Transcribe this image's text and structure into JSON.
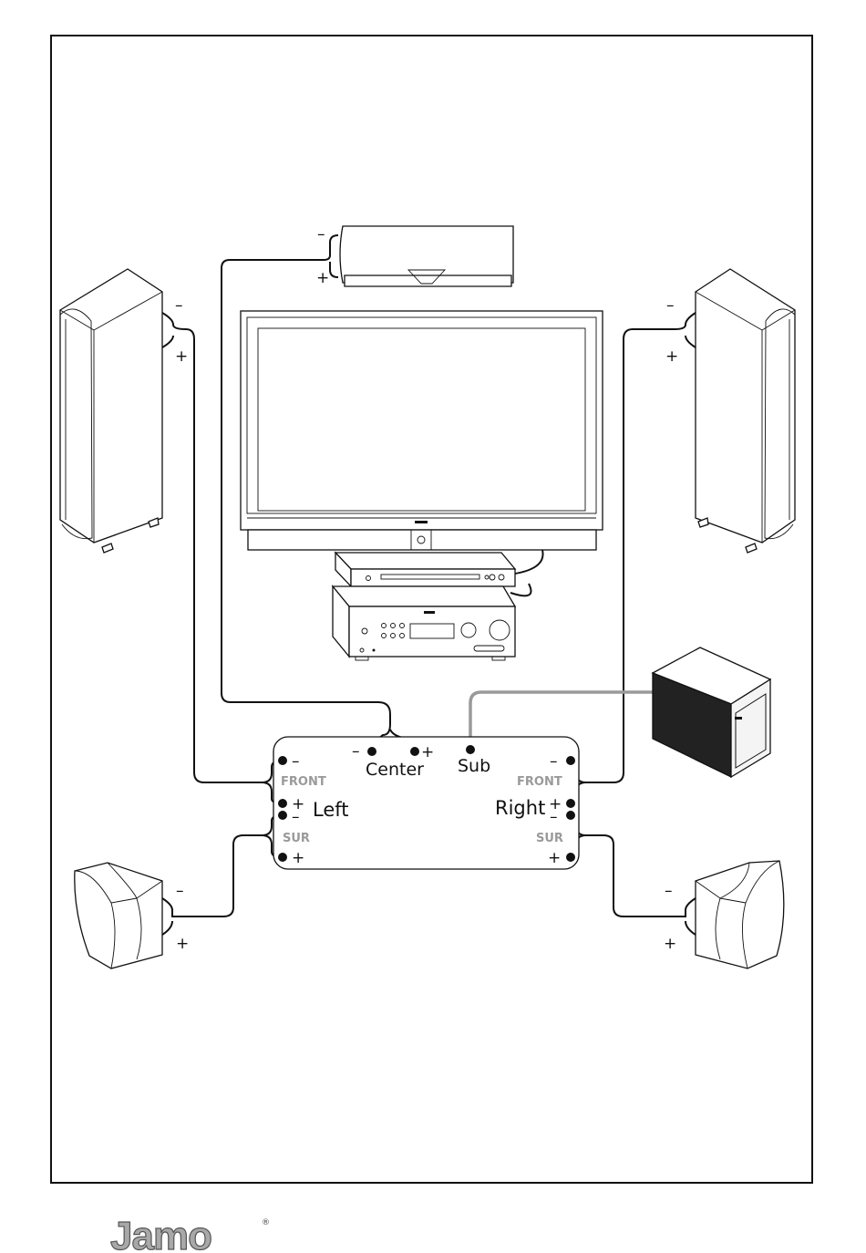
{
  "receiver_panel": {
    "center_label": "Center",
    "sub_label": "Sub",
    "left_label": "Left",
    "right_label": "Right",
    "front_group": "FRONT",
    "surround_group": "SUR"
  },
  "polarity": {
    "minus": "–",
    "plus": "+"
  },
  "brand": {
    "logo_text": "Jamo",
    "registered_mark": "®"
  }
}
